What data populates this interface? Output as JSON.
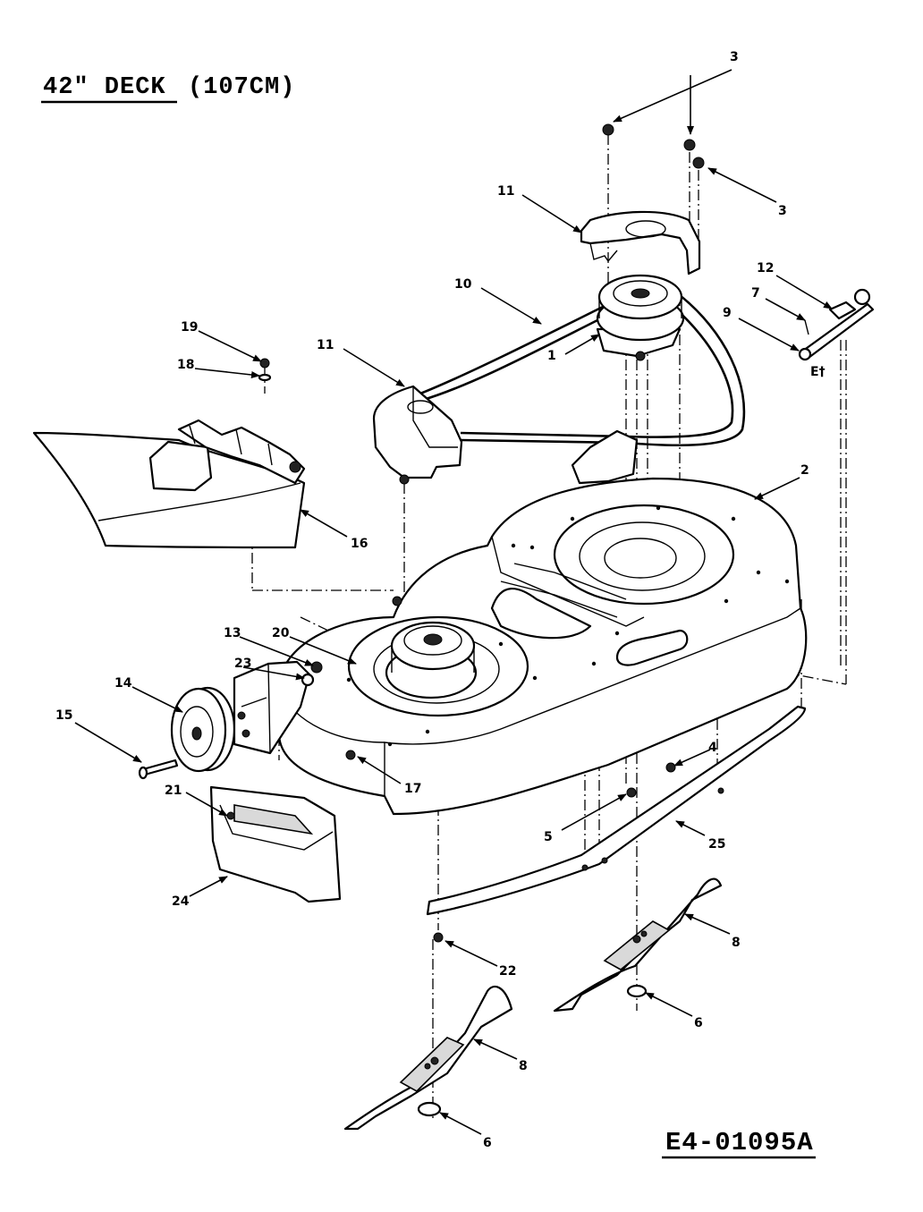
{
  "diagram": {
    "title_main": "42\" DECK",
    "title_sub": "(107CM)",
    "drawing_code": "E4-01095A",
    "et_mark": "E†"
  },
  "callouts": [
    {
      "id": "c1",
      "label": "1"
    },
    {
      "id": "c2",
      "label": "2"
    },
    {
      "id": "c3a",
      "label": "3"
    },
    {
      "id": "c3b",
      "label": "3"
    },
    {
      "id": "c4",
      "label": "4"
    },
    {
      "id": "c5",
      "label": "5"
    },
    {
      "id": "c6a",
      "label": "6"
    },
    {
      "id": "c6b",
      "label": "6"
    },
    {
      "id": "c7",
      "label": "7"
    },
    {
      "id": "c8a",
      "label": "8"
    },
    {
      "id": "c8b",
      "label": "8"
    },
    {
      "id": "c9",
      "label": "9"
    },
    {
      "id": "c10",
      "label": "10"
    },
    {
      "id": "c11a",
      "label": "11"
    },
    {
      "id": "c11b",
      "label": "11"
    },
    {
      "id": "c12",
      "label": "12"
    },
    {
      "id": "c13",
      "label": "13"
    },
    {
      "id": "c14",
      "label": "14"
    },
    {
      "id": "c15",
      "label": "15"
    },
    {
      "id": "c16",
      "label": "16"
    },
    {
      "id": "c17",
      "label": "17"
    },
    {
      "id": "c18",
      "label": "18"
    },
    {
      "id": "c19",
      "label": "19"
    },
    {
      "id": "c20",
      "label": "20"
    },
    {
      "id": "c21",
      "label": "21"
    },
    {
      "id": "c22",
      "label": "22"
    },
    {
      "id": "c23",
      "label": "23"
    },
    {
      "id": "c24",
      "label": "24"
    },
    {
      "id": "c25",
      "label": "25"
    }
  ]
}
